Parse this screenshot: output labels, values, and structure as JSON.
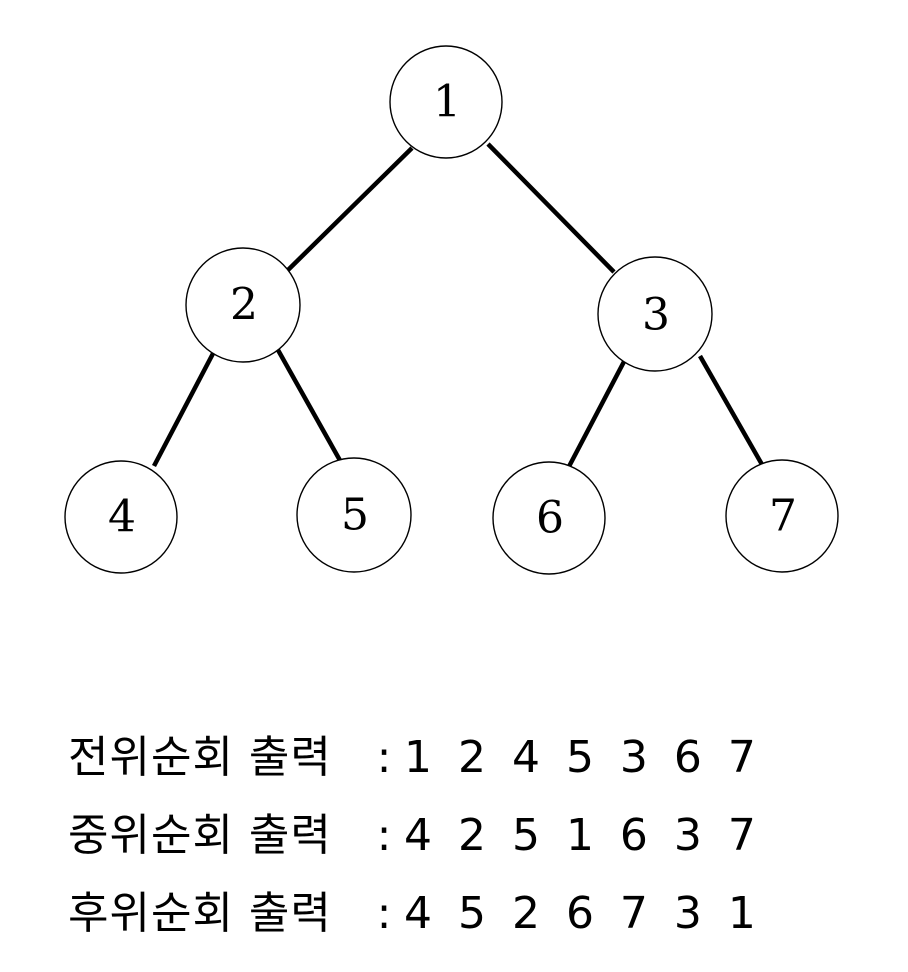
{
  "tree": {
    "nodes": [
      {
        "id": "1",
        "label": "1"
      },
      {
        "id": "2",
        "label": "2"
      },
      {
        "id": "3",
        "label": "3"
      },
      {
        "id": "4",
        "label": "4"
      },
      {
        "id": "5",
        "label": "5"
      },
      {
        "id": "6",
        "label": "6"
      },
      {
        "id": "7",
        "label": "7"
      }
    ],
    "edges": [
      [
        "1",
        "2"
      ],
      [
        "1",
        "3"
      ],
      [
        "2",
        "4"
      ],
      [
        "2",
        "5"
      ],
      [
        "3",
        "6"
      ],
      [
        "3",
        "7"
      ]
    ]
  },
  "traversals": [
    {
      "label": "전위순회 출력",
      "separator": ":",
      "values": "1 2 4 5 3 6 7"
    },
    {
      "label": "중위순회 출력",
      "separator": ":",
      "values": "4 2 5 1 6 3 7"
    },
    {
      "label": "후위순회 출력",
      "separator": ":",
      "values": "4 5 2 6 7 3 1"
    }
  ]
}
